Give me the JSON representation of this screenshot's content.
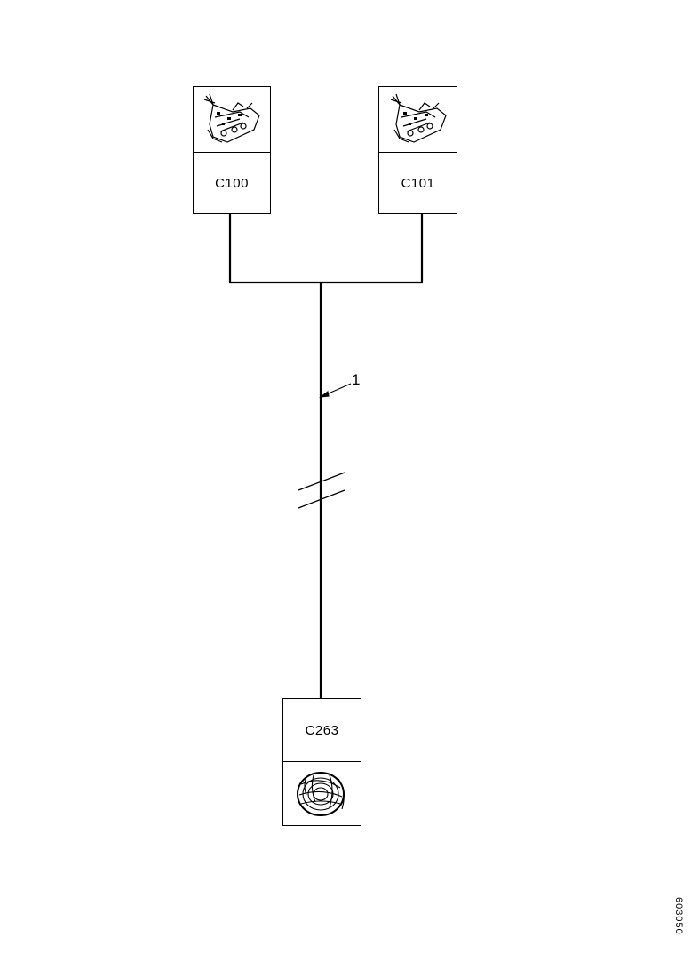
{
  "connectors": [
    {
      "id": "C100",
      "label": "C100",
      "icon": "harness-connector-icon"
    },
    {
      "id": "C101",
      "label": "C101",
      "icon": "harness-connector-icon"
    },
    {
      "id": "C263",
      "label": "C263",
      "icon": "round-connector-icon"
    }
  ],
  "wire": {
    "callout": "1"
  },
  "figure_code": "603050"
}
